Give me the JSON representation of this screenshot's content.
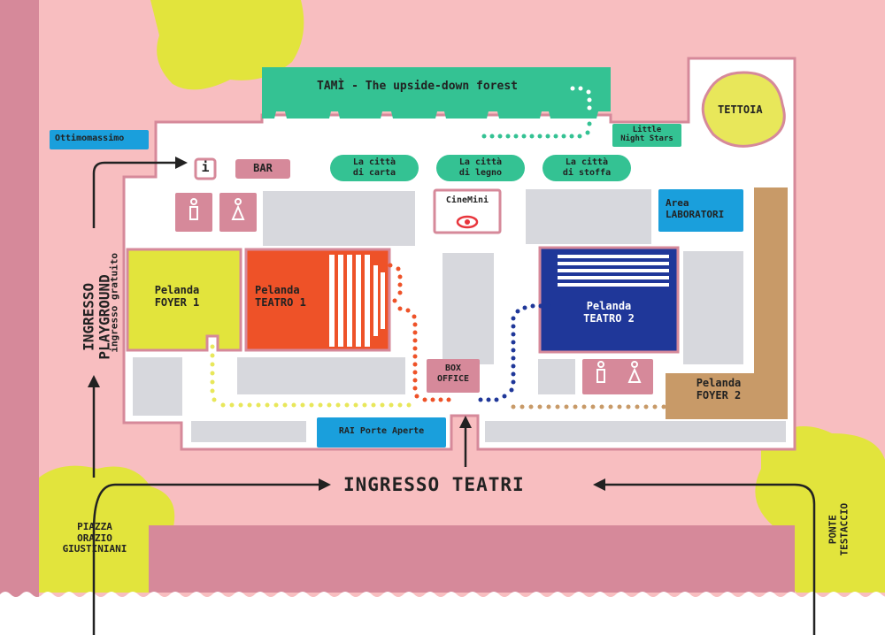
{
  "map": {
    "tami": "TAMÌ - The upside-down forest",
    "tettoia": "TETTOIA",
    "ottimomassimo": "Ottimomassimo",
    "little_night_stars": [
      "Little",
      "Night Stars"
    ],
    "info": "i",
    "bar": "BAR",
    "citta_carta": [
      "La città",
      "di carta"
    ],
    "citta_legno": [
      "La città",
      "di legno"
    ],
    "citta_stoffa": [
      "La città",
      "di stoffa"
    ],
    "cinemini": "CineMini",
    "area_laboratori": [
      "Area",
      "LABORATORI"
    ],
    "foyer1": [
      "Pelanda",
      "FOYER 1"
    ],
    "teatro1": [
      "Pelanda",
      "TEATRO 1"
    ],
    "teatro2": [
      "Pelanda",
      "TEATRO 2"
    ],
    "foyer2": [
      "Pelanda",
      "FOYER 2"
    ],
    "box_office": [
      "BOX",
      "OFFICE"
    ],
    "rai": "RAI Porte Aperte",
    "ingresso_teatri": "INGRESSO TEATRI",
    "ingresso_playground": [
      "INGRESSO",
      "PLAYGROUND"
    ],
    "ingresso_gratuito": "ingresso gratuito",
    "piazza": [
      "PIAZZA",
      "ORAZIO",
      "GIUSTINIANI"
    ],
    "ponte": [
      "PONTE",
      "TESTACCIO"
    ]
  },
  "colors": {
    "background": "#f8bec0",
    "mauve": "#d6899a",
    "yellow": "#e2e43c",
    "green": "#34c293",
    "blue": "#1a9fdc",
    "orange": "#ee5228",
    "navy": "#1f3799",
    "brown": "#c89a68",
    "grey": "#d7d8dd"
  }
}
